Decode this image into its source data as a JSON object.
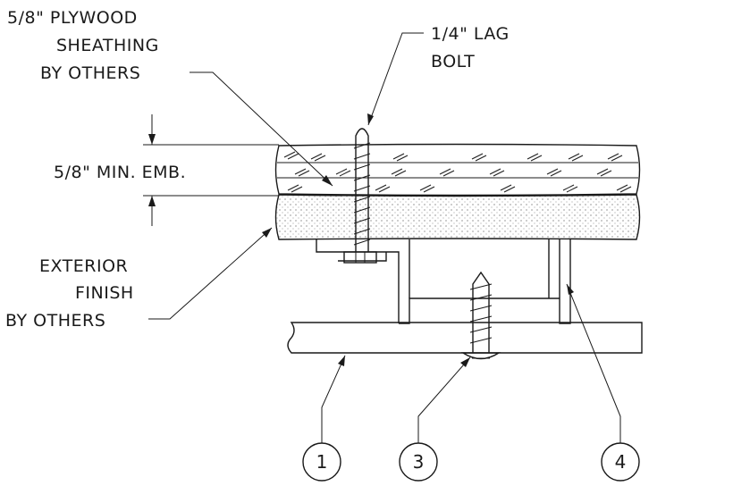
{
  "labels": {
    "sheathing": [
      "5/8\" PLYWOOD",
      "SHEATHING",
      "BY OTHERS"
    ],
    "lag_bolt": [
      "1/4\" LAG",
      "BOLT"
    ],
    "embedment": "5/8\" MIN. EMB.",
    "finish": [
      "EXTERIOR",
      "FINISH",
      "BY OTHERS"
    ]
  },
  "callouts": [
    "1",
    "3",
    "4"
  ]
}
